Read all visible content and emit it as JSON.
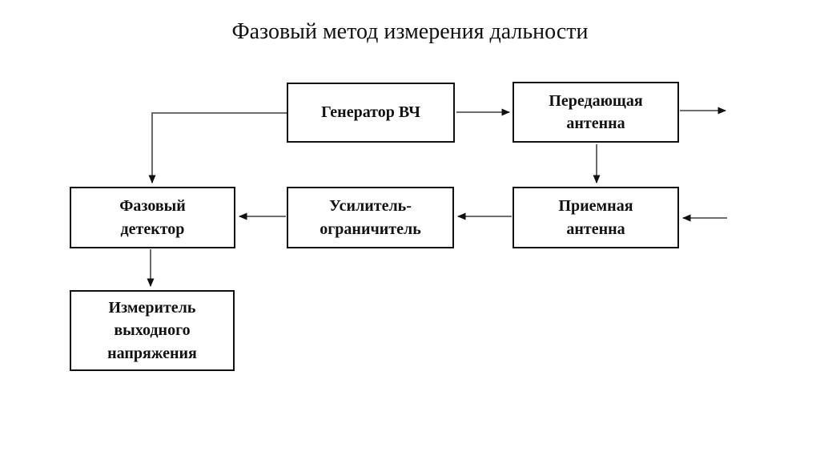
{
  "title": "Фазовый метод измерения дальности",
  "colors": {
    "background": "#ffffff",
    "box_border": "#111111",
    "box_fill": "#ffffff",
    "text": "#111111",
    "line": "#5a5a5a",
    "arrowhead": "#111111"
  },
  "blocks": {
    "generator": {
      "label": "Генератор ВЧ"
    },
    "tx_antenna": {
      "label": "Передающая\nантенна"
    },
    "rx_antenna": {
      "label": "Приемная\nантенна"
    },
    "limiter": {
      "label": "Усилитель-\nограничитель"
    },
    "phase_detector": {
      "label": "Фазовый\nдетектор"
    },
    "voltage_meter": {
      "label": "Измеритель\nвыходного\nнапряжения"
    }
  },
  "connections": [
    "generator -> tx_antenna",
    "tx_antenna -> out",
    "tx_antenna -> rx_antenna",
    "in -> rx_antenna",
    "rx_antenna -> limiter",
    "limiter -> phase_detector",
    "generator -> phase_detector",
    "phase_detector -> voltage_meter"
  ]
}
